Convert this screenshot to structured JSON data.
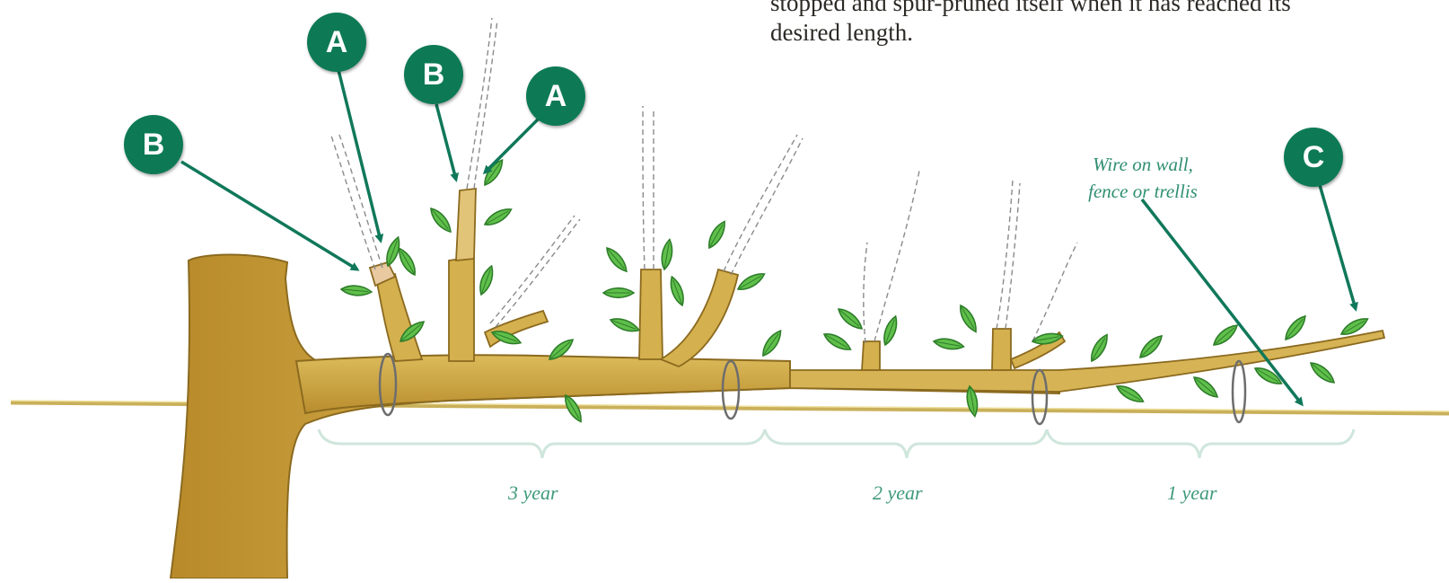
{
  "caption": {
    "line1_partial": "stopped and spur-pruned itself when it has reached its",
    "line2": "desired length."
  },
  "callouts": {
    "a1": "A",
    "b1": "B",
    "b2": "B",
    "a2": "A",
    "c": "C"
  },
  "wire_label": {
    "line1": "Wire on wall,",
    "line2": "fence or trellis"
  },
  "age_labels": {
    "three": "3 year",
    "two": "2 year",
    "one": "1 year"
  },
  "colors": {
    "callout": "#0d7a55",
    "arrow": "#10785a",
    "label_text": "#3f9a7c",
    "wood": "#c9a43a",
    "leaf": "#5fbf4a"
  }
}
